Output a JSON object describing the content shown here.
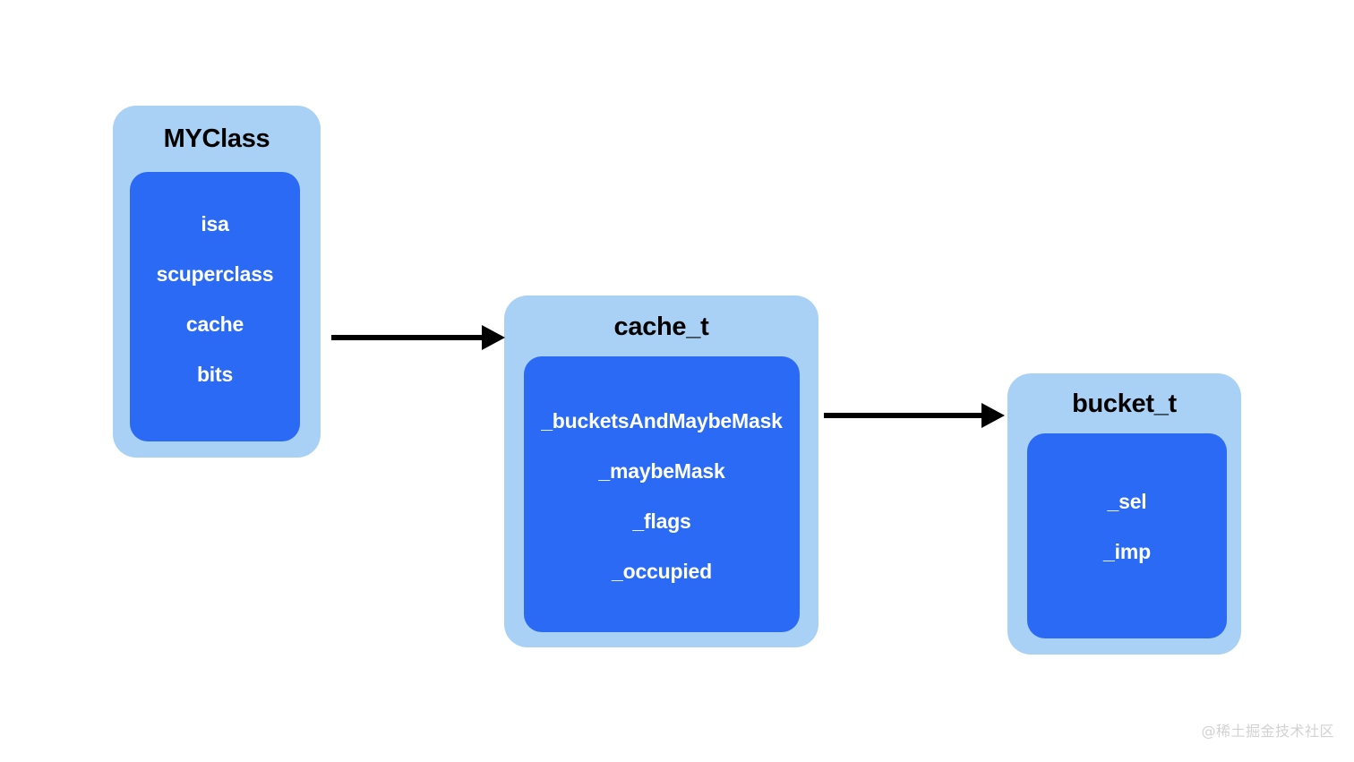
{
  "background_color": "#ffffff",
  "palette": {
    "outer_box": "#a9d1f5",
    "inner_box": "#2a6af5",
    "title_text": "#000000",
    "field_text": "#ffffff",
    "arrow": "#000000",
    "watermark": "#d2d2d2"
  },
  "diagram": {
    "boxes": [
      {
        "id": "myclass",
        "title": "MYClass",
        "fields": [
          "isa",
          "scuperclass",
          "cache",
          "bits"
        ]
      },
      {
        "id": "cache_t",
        "title": "cache_t",
        "fields": [
          "_bucketsAndMaybeMask",
          "_maybeMask",
          "_flags",
          "_occupied"
        ]
      },
      {
        "id": "bucket_t",
        "title": "bucket_t",
        "fields": [
          "_sel",
          "_imp"
        ]
      }
    ],
    "arrows": [
      {
        "id": "myclass-to-cache",
        "from": "myclass",
        "to": "cache_t",
        "label": ""
      },
      {
        "id": "cache-to-bucket",
        "from": "cache_t",
        "to": "bucket_t",
        "label": ""
      }
    ]
  },
  "watermark": {
    "text": "@稀土掘金技术社区"
  }
}
